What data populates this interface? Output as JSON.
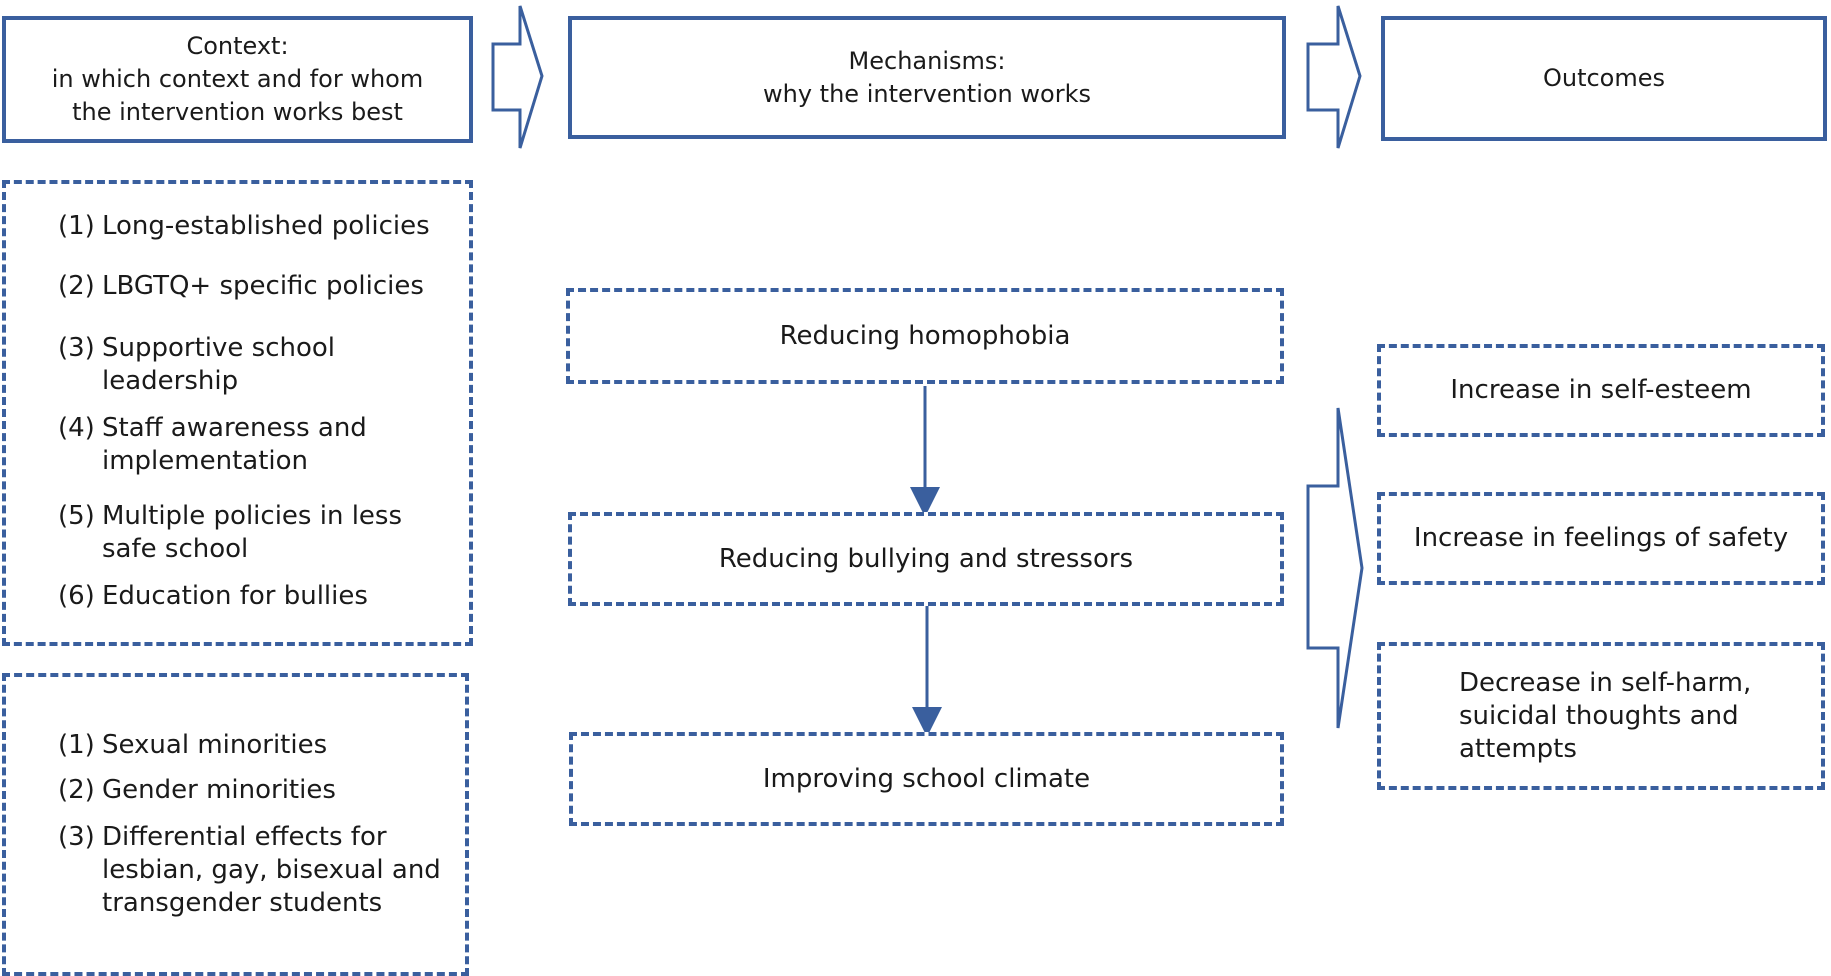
{
  "headers": {
    "context_title": "Context:",
    "context_line1": "in which context and for whom",
    "context_line2": "the intervention works best",
    "mechanisms_title": "Mechanisms:",
    "mechanisms_line1": "why the intervention works",
    "outcomes_title": "Outcomes"
  },
  "context_policies": [
    {
      "num": "(1)",
      "line1": "Long-established policies",
      "line2": ""
    },
    {
      "num": "(2)",
      "line1": "LBGTQ+ specific policies",
      "line2": ""
    },
    {
      "num": "(3)",
      "line1": "Supportive school",
      "line2": "leadership"
    },
    {
      "num": "(4)",
      "line1": "Staff awareness and",
      "line2": "implementation"
    },
    {
      "num": "(5)",
      "line1": "Multiple policies in less",
      "line2": "safe school"
    },
    {
      "num": "(6)",
      "line1": "Education for bullies",
      "line2": ""
    }
  ],
  "context_groups": [
    {
      "num": "(1)",
      "line1": "Sexual minorities",
      "line2": "",
      "line3": ""
    },
    {
      "num": "(2)",
      "line1": "Gender minorities",
      "line2": "",
      "line3": ""
    },
    {
      "num": "(3)",
      "line1": "Differential effects for",
      "line2": "lesbian, gay, bisexual and",
      "line3": "transgender students"
    }
  ],
  "mechanisms": {
    "m1": "Reducing homophobia",
    "m2": "Reducing bullying and stressors",
    "m3": "Improving school climate"
  },
  "outcomes": {
    "o1": "Increase in self-esteem",
    "o2": "Increase in feelings of safety",
    "o3_line1": "Decrease in self-harm,",
    "o3_line2": "suicidal thoughts and",
    "o3_line3": "attempts"
  },
  "colors": {
    "accent": "#3A5F9E",
    "text": "#1a1a1a"
  }
}
